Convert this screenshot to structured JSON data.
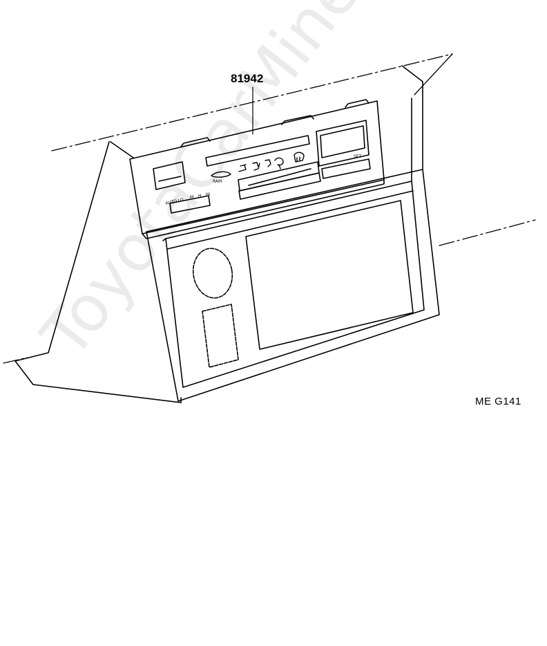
{
  "part_number": "81942",
  "reference_code": "ME  G141",
  "watermark": "ToyotaCarMine.ru",
  "panel_labels": {
    "ram": "RAM",
    "auto_lo": "AUTO LO",
    "m": "M",
    "h": "H",
    "hi": "HI",
    "set": "SET"
  },
  "colors": {
    "line": "#000000",
    "background": "#ffffff"
  }
}
